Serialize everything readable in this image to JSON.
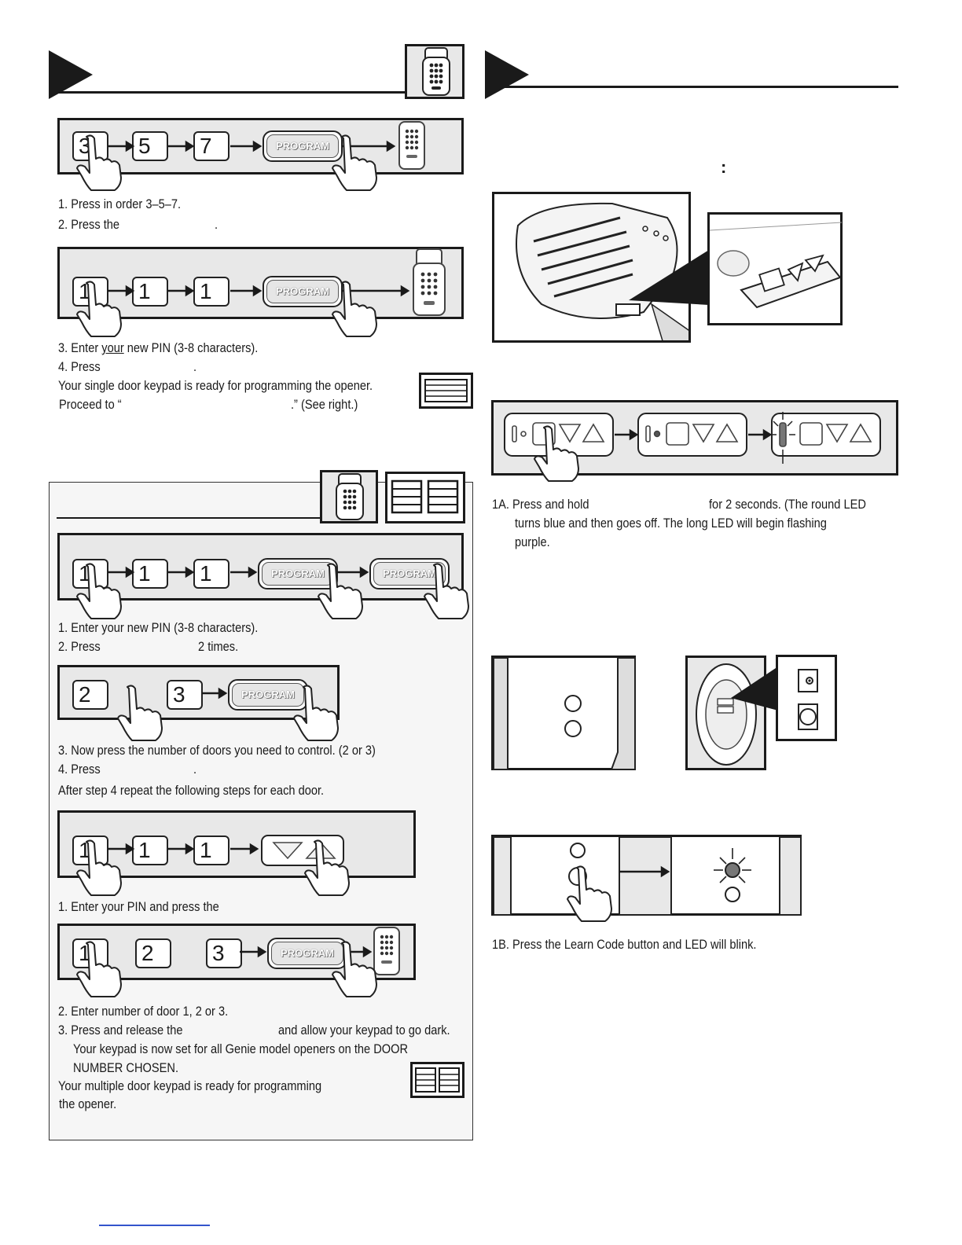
{
  "left": {
    "section1": {
      "panel1": {
        "keys": [
          "3",
          "5",
          "7"
        ],
        "program_label": "PROGRAM"
      },
      "steps_a": [
        "1.  Press in order 3–5–7.",
        "2.  Press the",
        "."
      ],
      "panel2": {
        "keys": [
          "1",
          "1",
          "1"
        ],
        "program_label": "PROGRAM"
      },
      "step3_prefix": "3.  Enter ",
      "step3_underlined": "your",
      "step3_suffix": " new PIN (3-8 characters).",
      "step4": "4.  Press",
      "step4_end": ".",
      "ready": "Your single door keypad is ready for programming the opener.",
      "proceed_start": "Proceed to “",
      "proceed_end": ".” (See right.)"
    },
    "section2": {
      "panel1": {
        "keys": [
          "1",
          "1",
          "1"
        ],
        "program_labels": [
          "PROGRAM",
          "PROGRAM"
        ]
      },
      "steps_a": [
        "1.  Enter your new PIN (3-8 characters).",
        "2.  Press",
        "2 times."
      ],
      "panel2": {
        "keys": [
          "2",
          "3"
        ],
        "program_label": "PROGRAM"
      },
      "steps_b": [
        "3.  Now press the number of doors you need to control. (2 or 3)",
        "4.  Press",
        ".",
        "After step 4 repeat the following steps for each door."
      ],
      "panel3": {
        "keys": [
          "1",
          "1",
          "1"
        ]
      },
      "step_c": "1. Enter your PIN and press the",
      "panel4": {
        "keys": [
          "1",
          "2",
          "3"
        ],
        "program_label": "PROGRAM"
      },
      "steps_d": [
        "2. Enter number of door 1, 2 or 3.",
        "3. Press and release the",
        "and allow your keypad to go dark.",
        "Your keypad is now set for all Genie  model openers on the DOOR",
        "NUMBER CHOSEN.",
        "Your multiple door keypad is ready for programming",
        "the opener."
      ]
    }
  },
  "right": {
    "colon": ":",
    "step_1a": [
      "1A. Press and hold",
      "for 2 seconds. (The round LED",
      "turns blue and then goes off. The long LED will begin flashing",
      "purple."
    ],
    "step_1b": "1B. Press the Learn Code button and LED will blink."
  },
  "colors": {
    "panel_bg": "#e8e8e8",
    "ink": "#1a1a1a",
    "section_bg": "#f6f6f6"
  }
}
